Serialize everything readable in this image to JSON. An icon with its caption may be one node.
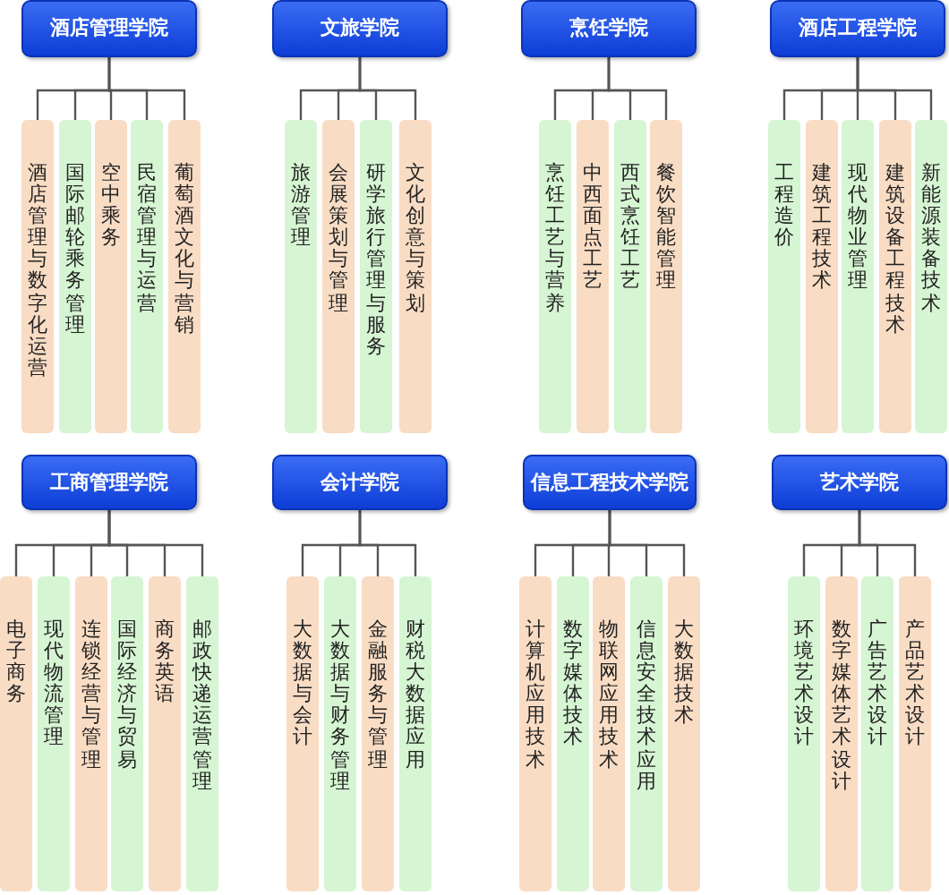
{
  "diagram": {
    "nodes": [
      {
        "text": [
          "酒店管理学院"
        ]
      },
      {
        "text": [
          "酒店管理与数字化运营"
        ]
      },
      {
        "text": [
          "国际邮轮乘务管理"
        ]
      },
      {
        "text": [
          "空中乘务"
        ]
      },
      {
        "text": [
          "民宿管理与运营"
        ]
      },
      {
        "text": [
          "葡萄酒文化与营销"
        ]
      },
      {
        "text": [
          "文旅学院"
        ]
      },
      {
        "text": [
          "旅游管理"
        ]
      },
      {
        "text": [
          "会展策划与管理"
        ]
      },
      {
        "text": [
          "研学旅行管理与服务"
        ]
      },
      {
        "text": [
          "文化创意与策划"
        ]
      },
      {
        "text": [
          "烹饪学院"
        ]
      },
      {
        "text": [
          "烹饪工艺与营养"
        ]
      },
      {
        "text": [
          "中西面点工艺"
        ]
      },
      {
        "text": [
          "西式烹饪工艺"
        ]
      },
      {
        "text": [
          "餐饮智能管理"
        ]
      },
      {
        "text": [
          "酒店工程学院"
        ]
      },
      {
        "text": [
          "工程造价"
        ]
      },
      {
        "text": [
          "建筑工程技术"
        ]
      },
      {
        "text": [
          "现代物业管理"
        ]
      },
      {
        "text": [
          "建筑设备工程技术"
        ]
      },
      {
        "text": [
          "新能源装备技术"
        ]
      },
      {
        "text": [
          "工商管理学院"
        ]
      },
      {
        "text": [
          "电子商务"
        ]
      },
      {
        "text": [
          "现代物流管理"
        ]
      },
      {
        "text": [
          "连锁经营与管理"
        ]
      },
      {
        "text": [
          "国际经济与贸易"
        ]
      },
      {
        "text": [
          "商务英语"
        ]
      },
      {
        "text": [
          "邮政快递运营管理"
        ]
      },
      {
        "text": [
          "会计学院"
        ]
      },
      {
        "text": [
          "大数据与会计"
        ]
      },
      {
        "text": [
          "大数据与财务管理"
        ]
      },
      {
        "text": [
          "金融服务与管理"
        ]
      },
      {
        "text": [
          "财税大数据应用"
        ]
      },
      {
        "text": [
          "信息工程技术学院"
        ]
      },
      {
        "text": [
          "计算机应用技术"
        ]
      },
      {
        "text": [
          "数字媒体技术"
        ]
      },
      {
        "text": [
          "物联网应用技术"
        ]
      },
      {
        "text": [
          "信息安全技术应用"
        ]
      },
      {
        "text": [
          "大数据技术"
        ]
      },
      {
        "text": [
          "艺术学院"
        ]
      },
      {
        "text": [
          "环境艺术设计"
        ]
      },
      {
        "text": [
          "数字媒体艺术设计"
        ]
      },
      {
        "text": [
          "广告艺术设计"
        ]
      },
      {
        "text": [
          "产品艺术设计"
        ]
      }
    ],
    "edges": [
      {
        "from": 0,
        "to": 1,
        "arrow": "none"
      },
      {
        "from": 0,
        "to": 2,
        "arrow": "none"
      },
      {
        "from": 0,
        "to": 3,
        "arrow": "none"
      },
      {
        "from": 0,
        "to": 4,
        "arrow": "none"
      },
      {
        "from": 0,
        "to": 5,
        "arrow": "none"
      },
      {
        "from": 6,
        "to": 7,
        "arrow": "none"
      },
      {
        "from": 6,
        "to": 8,
        "arrow": "none"
      },
      {
        "from": 6,
        "to": 9,
        "arrow": "none"
      },
      {
        "from": 6,
        "to": 10,
        "arrow": "none"
      },
      {
        "from": 11,
        "to": 12,
        "arrow": "none"
      },
      {
        "from": 11,
        "to": 13,
        "arrow": "none"
      },
      {
        "from": 11,
        "to": 14,
        "arrow": "none"
      },
      {
        "from": 11,
        "to": 15,
        "arrow": "none"
      },
      {
        "from": 16,
        "to": 17,
        "arrow": "none"
      },
      {
        "from": 16,
        "to": 18,
        "arrow": "none"
      },
      {
        "from": 16,
        "to": 19,
        "arrow": "none"
      },
      {
        "from": 16,
        "to": 20,
        "arrow": "none"
      },
      {
        "from": 16,
        "to": 21,
        "arrow": "none"
      },
      {
        "from": 22,
        "to": 23,
        "arrow": "none"
      },
      {
        "from": 22,
        "to": 24,
        "arrow": "none"
      },
      {
        "from": 22,
        "to": 25,
        "arrow": "none"
      },
      {
        "from": 22,
        "to": 26,
        "arrow": "none"
      },
      {
        "from": 22,
        "to": 27,
        "arrow": "none"
      },
      {
        "from": 22,
        "to": 28,
        "arrow": "none"
      },
      {
        "from": 29,
        "to": 30,
        "arrow": "none"
      },
      {
        "from": 29,
        "to": 31,
        "arrow": "none"
      },
      {
        "from": 29,
        "to": 32,
        "arrow": "none"
      },
      {
        "from": 29,
        "to": 33,
        "arrow": "none"
      },
      {
        "from": 34,
        "to": 35,
        "arrow": "none"
      },
      {
        "from": 34,
        "to": 36,
        "arrow": "none"
      },
      {
        "from": 34,
        "to": 37,
        "arrow": "none"
      },
      {
        "from": 34,
        "to": 38,
        "arrow": "none"
      },
      {
        "from": 34,
        "to": 39,
        "arrow": "none"
      },
      {
        "from": 40,
        "to": 41,
        "arrow": "none"
      },
      {
        "from": 40,
        "to": 42,
        "arrow": "none"
      },
      {
        "from": 40,
        "to": 43,
        "arrow": "none"
      },
      {
        "from": 40,
        "to": 44,
        "arrow": "none"
      }
    ]
  }
}
